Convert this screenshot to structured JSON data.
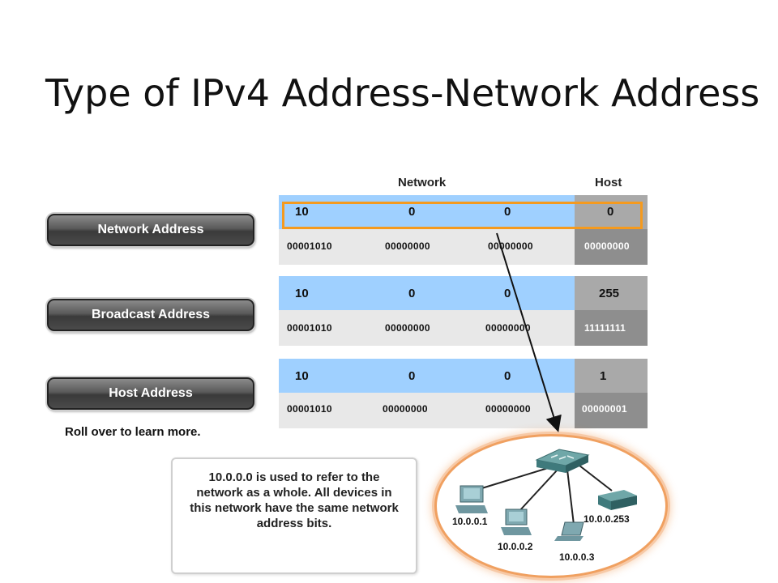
{
  "title": "Type of IPv4 Address-Network Address",
  "headers": {
    "network": "Network",
    "host": "Host"
  },
  "buttons": [
    "Network Address",
    "Broadcast Address",
    "Host Address"
  ],
  "hint": "Roll over to learn more.",
  "rows": [
    {
      "octets": [
        "10",
        "0",
        "0",
        "0"
      ],
      "bits": [
        "00001010",
        "00000000",
        "00000000",
        "00000000"
      ]
    },
    {
      "octets": [
        "10",
        "0",
        "0",
        "255"
      ],
      "bits": [
        "00001010",
        "00000000",
        "00000000",
        "11111111"
      ]
    },
    {
      "octets": [
        "10",
        "0",
        "0",
        "1"
      ],
      "bits": [
        "00001010",
        "00000000",
        "00000000",
        "00000001"
      ]
    }
  ],
  "callout": "10.0.0.0 is used to refer to the network as a whole. All devices in this network have the same network address bits.",
  "devices": [
    {
      "ip": "10.0.0.1",
      "icon": "pc-icon"
    },
    {
      "ip": "10.0.0.2",
      "icon": "pc-icon"
    },
    {
      "ip": "10.0.0.3",
      "icon": "laptop-icon"
    },
    {
      "ip": "10.0.0.253",
      "icon": "printer-icon"
    }
  ],
  "colors": {
    "network_fill": "#9fd0ff",
    "host_fill": "#a9a9a9",
    "highlight": "#f59a1e",
    "ellipse": "#f0a060"
  }
}
